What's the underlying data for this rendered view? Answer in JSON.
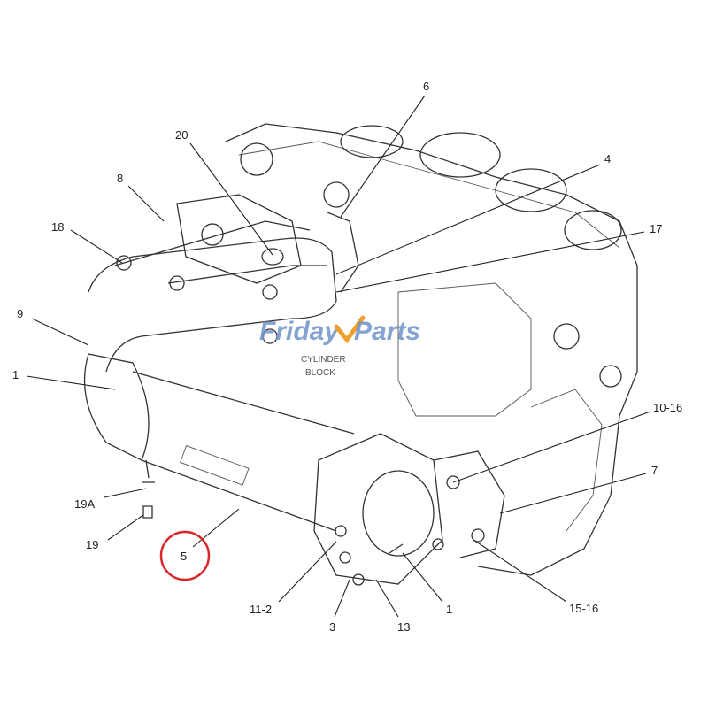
{
  "diagram": {
    "callouts": [
      {
        "id": "c6",
        "text": "6"
      },
      {
        "id": "c20",
        "text": "20"
      },
      {
        "id": "c8",
        "text": "8"
      },
      {
        "id": "c4",
        "text": "4"
      },
      {
        "id": "c18",
        "text": "18"
      },
      {
        "id": "c17",
        "text": "17"
      },
      {
        "id": "c9",
        "text": "9"
      },
      {
        "id": "c1a",
        "text": "1"
      },
      {
        "id": "c10_16",
        "text": "10-16"
      },
      {
        "id": "c7",
        "text": "7"
      },
      {
        "id": "c19a",
        "text": "19A"
      },
      {
        "id": "c19",
        "text": "19"
      },
      {
        "id": "c5",
        "text": "5"
      },
      {
        "id": "c11_2",
        "text": "11-2"
      },
      {
        "id": "c3",
        "text": "3"
      },
      {
        "id": "c13",
        "text": "13"
      },
      {
        "id": "c1b",
        "text": "1"
      },
      {
        "id": "c15_16",
        "text": "15-16"
      }
    ],
    "block_label_line1": "CYLINDER",
    "block_label_line2": "BLOCK",
    "highlight_color": "#d9262b",
    "highlighted_callout": "5"
  },
  "watermark": {
    "text_left": "Friday",
    "text_right": "Parts",
    "color": "#6f94c8",
    "accent": "#f0a030"
  }
}
